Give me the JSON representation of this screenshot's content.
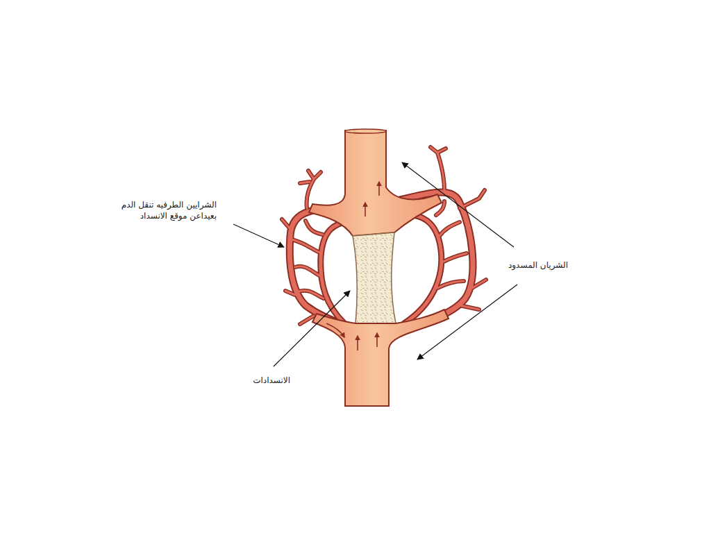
{
  "diagram": {
    "labels": [
      "الشرايين الطرفيه تنقل الدم بعيداعن موقع الانسداد",
      "الشريان المسدود",
      "الانسدادات"
    ]
  }
}
